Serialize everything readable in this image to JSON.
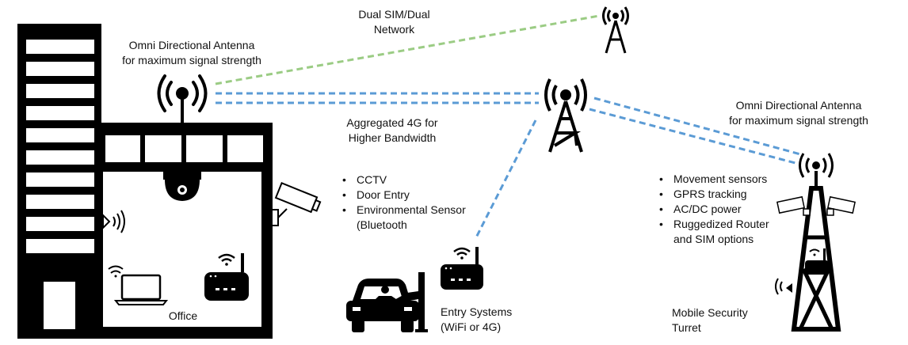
{
  "labels": {
    "dual_sim": [
      "Dual SIM/Dual",
      "Network"
    ],
    "antenna_left": [
      "Omni Directional Antenna",
      "for maximum  signal strength"
    ],
    "aggregated": [
      "Aggregated 4G for",
      "Higher Bandwidth"
    ],
    "antenna_right": [
      "Omni Directional Antenna",
      "for maximum  signal strength"
    ],
    "office": "Office",
    "entry_systems": [
      "Entry Systems",
      "(WiFi or 4G)"
    ],
    "turret": [
      "Mobile Security",
      "Turret"
    ]
  },
  "office_features": [
    "CCTV",
    "Door Entry",
    "Environmental Sensor",
    "(Bluetooth"
  ],
  "turret_features": [
    "Movement sensors",
    "GPRS tracking",
    "AC/DC power",
    "Ruggedized Router",
    "and SIM options"
  ],
  "colors": {
    "green_link": "#9bcc84",
    "blue_link": "#5b9bd5",
    "ink": "#000000"
  },
  "icons": [
    "building",
    "antenna",
    "cell-tower",
    "dome-camera",
    "cctv-camera",
    "bluetooth-signal",
    "laptop",
    "router",
    "car",
    "barrier-gate",
    "turret-tower"
  ]
}
